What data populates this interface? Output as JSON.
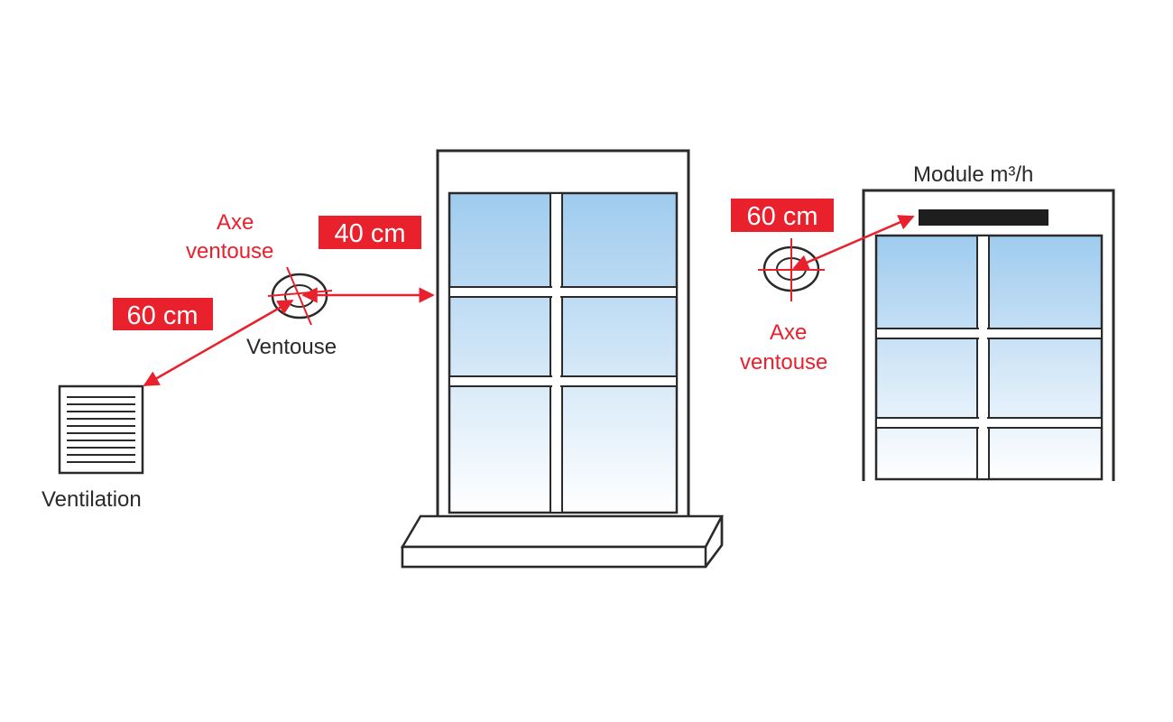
{
  "colors": {
    "accent_red": "#e8212d",
    "line": "#2a2a2a",
    "glass_top": "#9fcbee",
    "glass_bottom": "#ffffff"
  },
  "left_scene": {
    "ventilation_label": "Ventilation",
    "ventouse_label": "Ventouse",
    "axe_label_line1": "Axe",
    "axe_label_line2": "ventouse",
    "distance_ventilation": "60 cm",
    "distance_window": "40 cm"
  },
  "right_scene": {
    "module_label": "Module m³/h",
    "axe_label_line1": "Axe",
    "axe_label_line2": "ventouse",
    "distance_module": "60 cm"
  },
  "icons": [
    "ventilation-grille-icon",
    "ventouse-icon",
    "window-icon",
    "module-bar-icon"
  ]
}
